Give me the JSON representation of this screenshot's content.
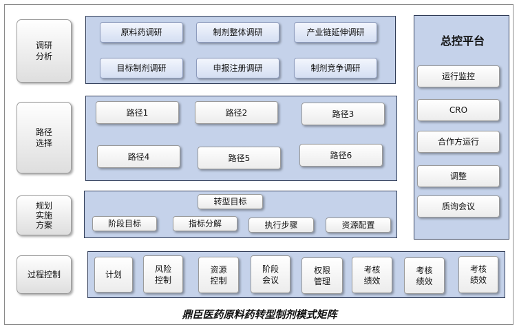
{
  "rows": {
    "research": {
      "label": "调研\n分析",
      "buttons": [
        "原料药调研",
        "制剂整体调研",
        "产业链延伸调研",
        "目标制剂调研",
        "申报注册调研",
        "制剂竞争调研"
      ]
    },
    "path": {
      "label": "路径\n选择",
      "buttons": [
        "路径1",
        "路径2",
        "路径3",
        "路径4",
        "路径5",
        "路径6"
      ]
    },
    "plan": {
      "label": "规划\n实施\n方案",
      "top_button": "转型目标",
      "buttons": [
        "阶段目标",
        "指标分解",
        "执行步骤",
        "资源配置"
      ]
    },
    "process": {
      "label": "过程控制",
      "buttons": [
        "计划",
        "风险\n控制",
        "资源\n控制",
        "阶段\n会议",
        "权限\n管理",
        "考核\n绩效",
        "考核\n绩效",
        "考核\n绩效"
      ]
    }
  },
  "control_platform": {
    "title": "总控平台",
    "buttons": [
      "运行监控",
      "CRO",
      "合作方运行",
      "调整",
      "质询会议"
    ]
  },
  "footer_title": "鼎臣医药原料药转型制剂模式矩阵"
}
